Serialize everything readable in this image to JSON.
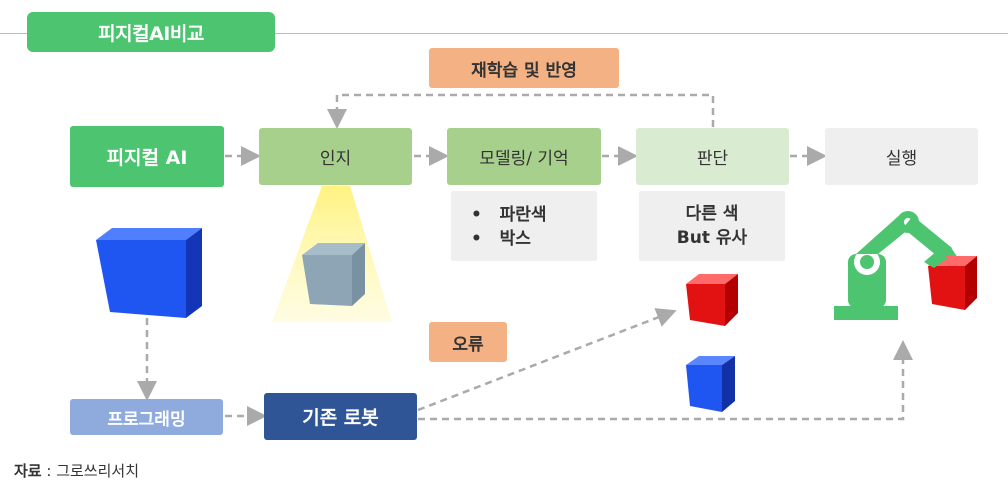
{
  "title": "피지컬AI비교",
  "nodes": {
    "physical_ai": "피지컬 AI",
    "recognition": "인지",
    "modeling": "모델링/ 기억",
    "judgment": "판단",
    "execution": "실행",
    "relearn": "재학습 및 반영",
    "programming": "프로그래밍",
    "existing_robot": "기존 로봇",
    "error": "오류"
  },
  "memory_items": [
    "파란색",
    "박스"
  ],
  "judgment_note": [
    "다른 색",
    "But 유사"
  ],
  "source_label": "자료",
  "source_text": " : 그로쓰리서치",
  "colors": {
    "green_dark": "#4cc470",
    "green_mid": "#a8d08d",
    "green_light": "#d9ecd2",
    "gray_light": "#efefef",
    "orange": "#f4b183",
    "blue_light": "#8faadc",
    "navy": "#2f5597",
    "arrow": "#aaaaaa"
  },
  "icons": [
    "blue-cube-icon",
    "spotlight-cube-icon",
    "red-cube-icon",
    "small-blue-cube-icon",
    "robot-arm-icon",
    "robot-red-cube-icon"
  ]
}
